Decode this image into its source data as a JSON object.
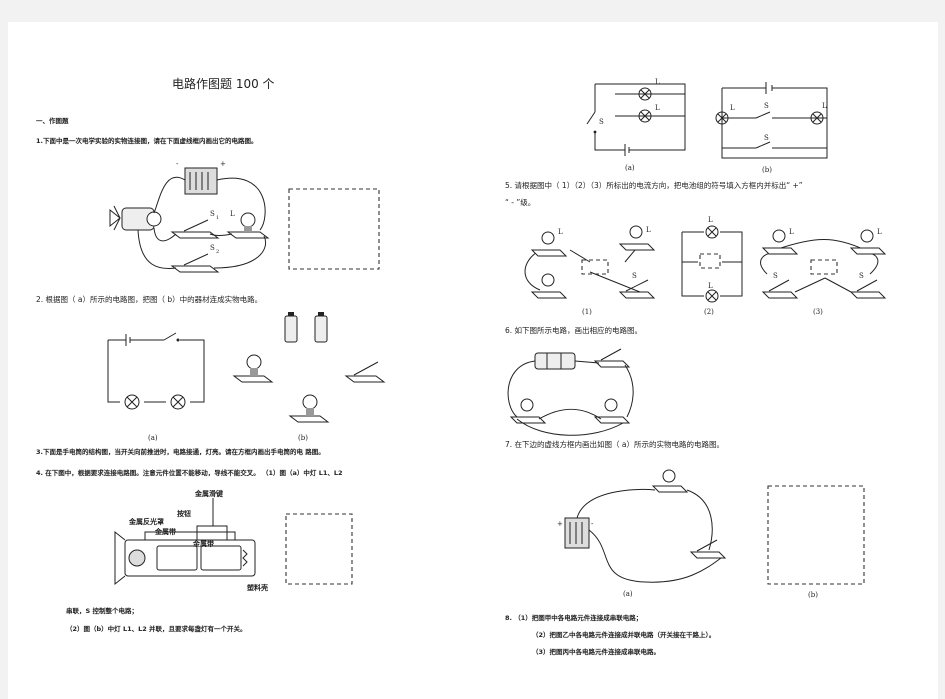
{
  "title": "电路作图题 100 个",
  "section": "一、作图题",
  "q1": "1.下面中是一次电学实验的实物连接图，请在下面虚线框内画出它的电路图。",
  "q2": "2. 根据图（ a）所示的电路图，把图（   b）中的器材连成实物电路。",
  "q3": "3.下面是手电筒的结构图，当开关向前推进时，电路接通，灯亮。请在方框内画出手电筒的电 路图。",
  "q4": "4. 在下图中，根据要求连接电路图。注意元件位置不能移动，导线不能交叉。 （1）图（a）中灯 L1、L2",
  "q4_cont1": "串联，S 控制整个电路；",
  "q4_cont2": "（2）图（b）中灯 L1、L2 并联，且要求每盏灯有一个开关。",
  "q5_line1": "5. 请根据图中（  1）（2）（3）所标出的电流方向，把电池组的符号填入方框内并标出“      +”",
  "q5_line2": "“ - ”级。",
  "q6": "6. 如下图所示电路，画出相应的电路图。",
  "q7": "7.        在下边的虚线方框内画出如图（     a）所示的实物电路的电路图。",
  "q8_1": "8. （1）把图甲中各电路元件连接成串联电路；",
  "q8_2": "（2）把图乙中各电路元件连接成并联电路（开关接在干路上）。",
  "q8_3": "（3）把图丙中各电路元件连接成串联电路。",
  "labels": {
    "a": "(a)",
    "b": "(b)",
    "n1": "(1)",
    "n2": "(2)",
    "n3": "(3)",
    "S": "S",
    "S1": "S",
    "S2": "S",
    "L": "L",
    "L1": "L",
    "L2": "L",
    "sub1": "1",
    "sub2": "2",
    "minus": "-",
    "plus": "+",
    "jinshu_huajian": "金属滑键",
    "anniu": "按钮",
    "fanguangzhao": "金属反光罩",
    "jinshudai1": "金属带",
    "jinshudai2": "金属带",
    "suliaoke": "塑料壳"
  }
}
